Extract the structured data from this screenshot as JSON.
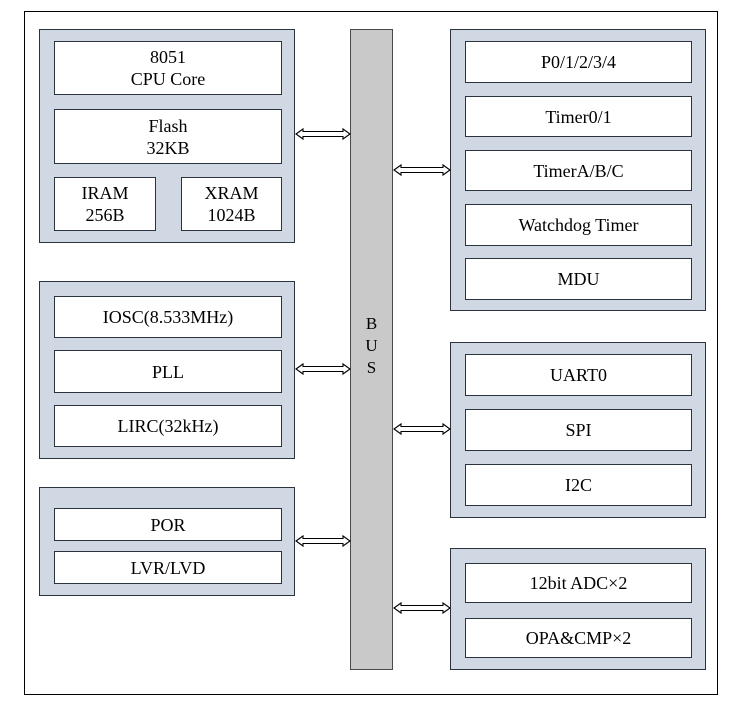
{
  "left_groups": {
    "cpu": {
      "core": "8051\nCPU Core",
      "flash": "Flash\n32KB",
      "iram": "IRAM\n256B",
      "xram": "XRAM\n1024B"
    },
    "clock": {
      "iosc": "IOSC(8.533MHz)",
      "pll": "PLL",
      "lirc": "LIRC(32kHz)"
    },
    "reset": {
      "por": "POR",
      "lvr": "LVR/LVD"
    }
  },
  "bus": {
    "letters": [
      "B",
      "U",
      "S"
    ]
  },
  "right_groups": {
    "periph": {
      "ports": "P0/1/2/3/4",
      "timer01": "Timer0/1",
      "timerabc": "TimerA/B/C",
      "watchdog": "Watchdog Timer",
      "mdu": "MDU"
    },
    "comm": {
      "uart": "UART0",
      "spi": "SPI",
      "i2c": "I2C"
    },
    "analog": {
      "adc": "12bit ADC×2",
      "opa": "OPA&CMP×2"
    }
  }
}
